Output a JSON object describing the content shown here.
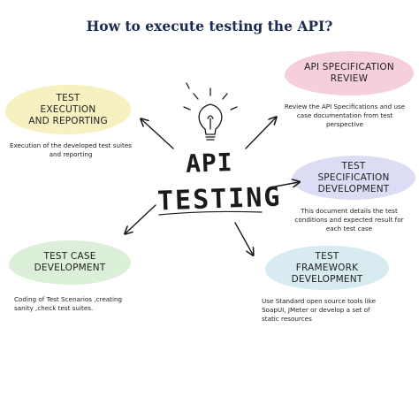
{
  "title": "How to execute testing the API?",
  "center": {
    "line1": "API",
    "line2": "TESTING"
  },
  "nodes": {
    "spec_review": {
      "line1": "API SPECIFICATION",
      "line2": "REVIEW",
      "desc_line1": "Review the API Specifications and use",
      "desc_line2": "case documentation from test",
      "desc_line3": "perspective",
      "color": "#f6cfdc"
    },
    "execution": {
      "line1": "TEST",
      "line2": "EXECUTION",
      "line3": "AND REPORTING",
      "desc_line1": "Execution of the developed test suites",
      "desc_line2": "and reporting",
      "color": "#f7f1c2"
    },
    "spec_dev": {
      "line1": "TEST",
      "line2": "SPECIFICATION",
      "line3": "DEVELOPMENT",
      "desc_line1": "This document details the test",
      "desc_line2": "conditions and expected result for",
      "desc_line3": "each test case",
      "color": "#dcdcf4"
    },
    "case_dev": {
      "line1": "TEST CASE",
      "line2": "DEVELOPMENT",
      "desc_line1": "Coding of Test Scenarios ,creating",
      "desc_line2": "sanity ,check test suites.",
      "color": "#dcefd8"
    },
    "framework_dev": {
      "line1": "TEST",
      "line2": "FRAMEWORK",
      "line3": "DEVELOPMENT",
      "desc_line1": "Use Standard open source tools like",
      "desc_line2": "SoapUI, JMeter or develop a set of",
      "desc_line3": "static resources",
      "color": "#d7ebf0"
    }
  }
}
